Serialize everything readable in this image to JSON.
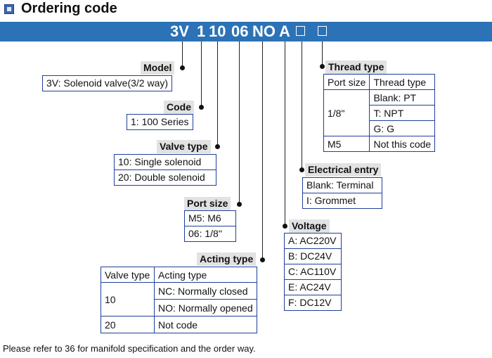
{
  "header": {
    "title": "Ordering code"
  },
  "code": {
    "parts": [
      "3V",
      "1",
      "10",
      "06",
      "NO",
      "A"
    ],
    "placeholders": 2
  },
  "model": {
    "label": "Model",
    "items": [
      "3V: Solenoid valve(3/2 way)"
    ]
  },
  "code_section": {
    "label": "Code",
    "items": [
      "1: 100 Series"
    ]
  },
  "valve_type": {
    "label": "Valve type",
    "items": [
      "10: Single solenoid",
      "20: Double solenoid"
    ]
  },
  "port_size": {
    "label": "Port size",
    "items": [
      "M5: M6",
      "06: 1/8\""
    ]
  },
  "acting_type": {
    "label": "Acting type",
    "headers": [
      "Valve type",
      "Acting type"
    ],
    "row1_valve": "10",
    "row1_options": [
      "NC: Normally closed",
      "NO: Normally opened"
    ],
    "row2_valve": "20",
    "row2_option": "Not  code"
  },
  "voltage": {
    "label": "Voltage",
    "items": [
      "A: AC220V",
      "B: DC24V",
      "C: AC110V",
      "E: AC24V",
      "F: DC12V"
    ]
  },
  "electrical_entry": {
    "label": "Electrical entry",
    "items": [
      "Blank: Terminal",
      "I: Grommet"
    ]
  },
  "thread_type": {
    "label": "Thread type",
    "headers": [
      "Port size",
      "Thread type"
    ],
    "row1_port": "1/8\"",
    "row1_options": [
      "Blank: PT",
      "T: NPT",
      "G: G"
    ],
    "row2_port": "M5",
    "row2_option": "Not this code"
  },
  "footer": {
    "note": "Please refer to 36 for manifold specification and the order way."
  },
  "colors": {
    "banner": "#2c72b6",
    "border": "#1f3f9a",
    "tag_bg": "#e2e2e2"
  }
}
